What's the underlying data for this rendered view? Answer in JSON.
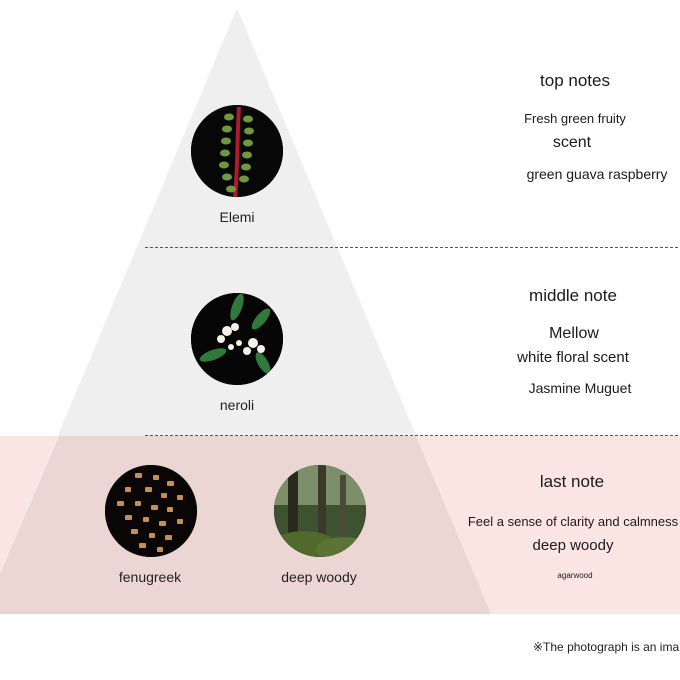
{
  "tiers": [
    {
      "heading": "top notes",
      "lines": [
        "Fresh green fruity",
        "scent",
        "green guava raspberry"
      ],
      "ingredients": [
        {
          "name": "Elemi",
          "image": "elemi-berries-photo"
        }
      ]
    },
    {
      "heading": "middle note",
      "lines": [
        "Mellow",
        "white floral scent",
        "Jasmine Muguet"
      ],
      "ingredients": [
        {
          "name": "neroli",
          "image": "neroli-flower-photo"
        }
      ]
    },
    {
      "heading": "last note",
      "lines": [
        "Feel a sense of clarity and calmness",
        "deep woody",
        "agarwood"
      ],
      "ingredients": [
        {
          "name": "fenugreek",
          "image": "fenugreek-seeds-photo"
        },
        {
          "name": "deep woody",
          "image": "forest-photo"
        }
      ]
    }
  ],
  "footnote": "※The photograph is an ima",
  "colors": {
    "pyramid": "#efefef",
    "base_band": "#fbe5e2",
    "base_pyramid": "#ecd6d3"
  }
}
